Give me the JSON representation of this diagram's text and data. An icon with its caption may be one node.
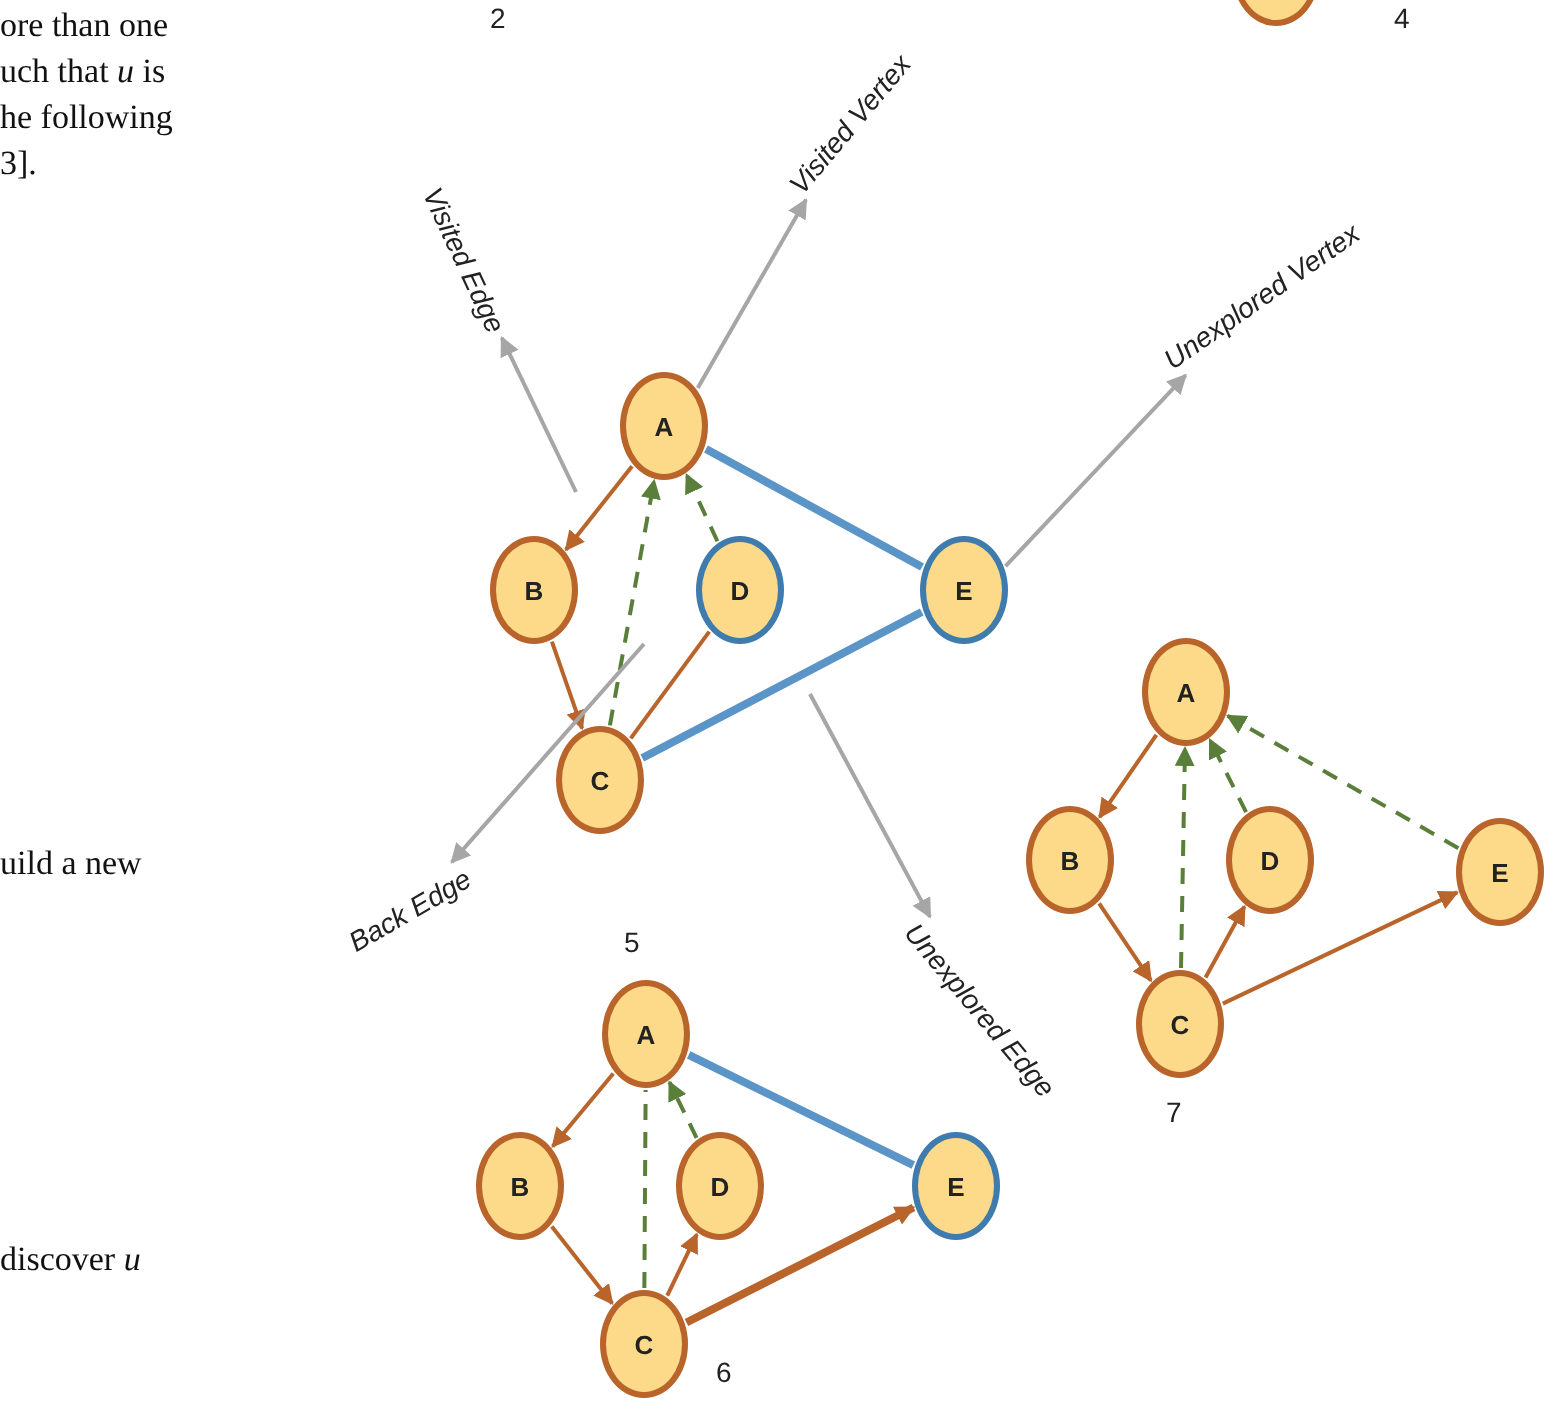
{
  "diagram": {
    "nodes": [
      {
        "text": [],
        "shape": "circle"
      },
      {
        "text": [
          "Visited Vertex"
        ]
      },
      {
        "text": [
          "Visited Edge"
        ]
      },
      {
        "text": [
          "Unexplored Vertex"
        ]
      },
      {
        "text": [
          "A"
        ]
      },
      {
        "text": [
          "B"
        ]
      },
      {
        "text": [
          "D"
        ]
      },
      {
        "text": [
          "E"
        ]
      },
      {
        "text": [
          "C"
        ]
      },
      {
        "text": [
          "Back Edge"
        ]
      },
      {
        "text": [
          "A"
        ]
      },
      {
        "text": [
          "B"
        ]
      },
      {
        "text": [
          "D"
        ]
      },
      {
        "text": [
          "E"
        ]
      },
      {
        "text": [
          "C"
        ]
      },
      {
        "text": [
          "Unexplored Edge"
        ]
      },
      {
        "text": [
          "A"
        ]
      },
      {
        "text": [
          "B"
        ]
      },
      {
        "text": [
          "D"
        ]
      },
      {
        "text": [
          "E"
        ]
      },
      {
        "text": [
          "C"
        ]
      }
    ],
    "edges": [
      {
        "from": 4,
        "to": 5,
        "arrow": "to"
      },
      {
        "from": 5,
        "to": 8,
        "arrow": "to"
      },
      {
        "from": 8,
        "to": 4,
        "arrow": "to",
        "style": "dashed",
        "color": "#5a7f3a"
      },
      {
        "from": 6,
        "to": 4,
        "arrow": "to",
        "style": "dashed",
        "color": "#5a7f3a"
      },
      {
        "from": 8,
        "to": 6,
        "arrow": "none"
      },
      {
        "from": 4,
        "to": 7,
        "arrow": "none",
        "style": "thick",
        "color": "#5b95c8"
      },
      {
        "from": 8,
        "to": 7,
        "arrow": "none",
        "style": "thick",
        "color": "#5b95c8"
      },
      {
        "from": 4,
        "to": 1,
        "arrow": "to",
        "color": "#a6a6a6"
      },
      {
        "from": null,
        "to": 2,
        "arrow": "to",
        "color": "#a6a6a6"
      },
      {
        "from": null,
        "to": 9,
        "arrow": "to",
        "color": "#a6a6a6"
      },
      {
        "from": 7,
        "to": 3,
        "arrow": "to",
        "color": "#a6a6a6"
      },
      {
        "from": null,
        "to": 15,
        "arrow": "to",
        "color": "#a6a6a6"
      },
      {
        "from": 16,
        "to": 17,
        "arrow": "to"
      },
      {
        "from": 17,
        "to": 20,
        "arrow": "to"
      },
      {
        "from": 20,
        "to": 16,
        "arrow": "none",
        "style": "dashed",
        "color": "#5a7f3a"
      },
      {
        "from": 18,
        "to": 16,
        "arrow": "to",
        "style": "dashed",
        "color": "#5a7f3a"
      },
      {
        "from": 20,
        "to": 18,
        "arrow": "to"
      },
      {
        "from": 16,
        "to": 19,
        "arrow": "none",
        "style": "thick",
        "color": "#5b95c8"
      },
      {
        "from": 20,
        "to": 19,
        "arrow": "to",
        "style": "thick"
      },
      {
        "from": 10,
        "to": 11,
        "arrow": "to"
      },
      {
        "from": 11,
        "to": 14,
        "arrow": "to"
      },
      {
        "from": 14,
        "to": 10,
        "arrow": "to",
        "style": "dashed",
        "color": "#5a7f3a"
      },
      {
        "from": 12,
        "to": 10,
        "arrow": "to",
        "style": "dashed",
        "color": "#5a7f3a"
      },
      {
        "from": 13,
        "to": 10,
        "arrow": "to",
        "style": "dashed",
        "color": "#5a7f3a"
      },
      {
        "from": 14,
        "to": 12,
        "arrow": "to"
      },
      {
        "from": 14,
        "to": 13,
        "arrow": "to"
      }
    ],
    "labels": [
      "2",
      "4",
      "ore than one",
      "uch that *u* is",
      "he following",
      "3].",
      "uild a new",
      "5",
      "7",
      "discover *u*",
      "6"
    ]
  }
}
